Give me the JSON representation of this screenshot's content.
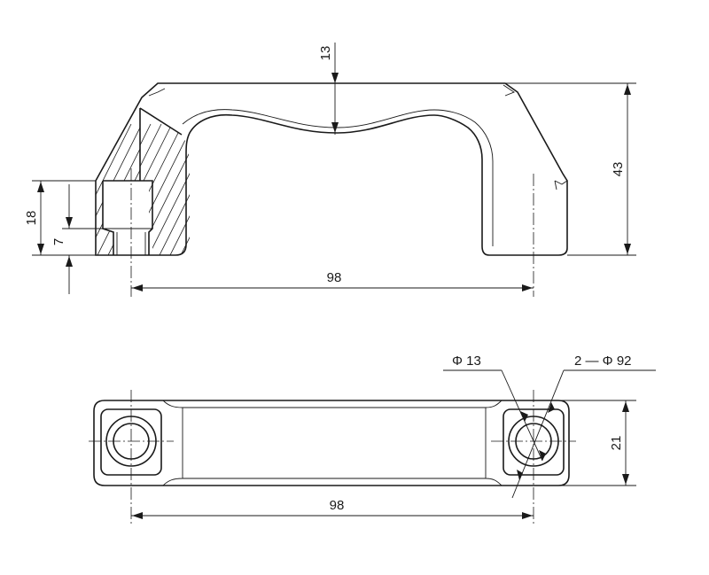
{
  "drawing": {
    "front_view": {
      "dim_top_thickness": "13",
      "dim_height": "43",
      "dim_foot_height": "18",
      "dim_thread_depth": "7",
      "dim_hole_spacing": "98"
    },
    "top_view": {
      "dim_diameter_label": "Φ 13",
      "dim_holes_label": "2 — Φ 92",
      "dim_width": "21",
      "dim_hole_spacing": "98"
    }
  }
}
